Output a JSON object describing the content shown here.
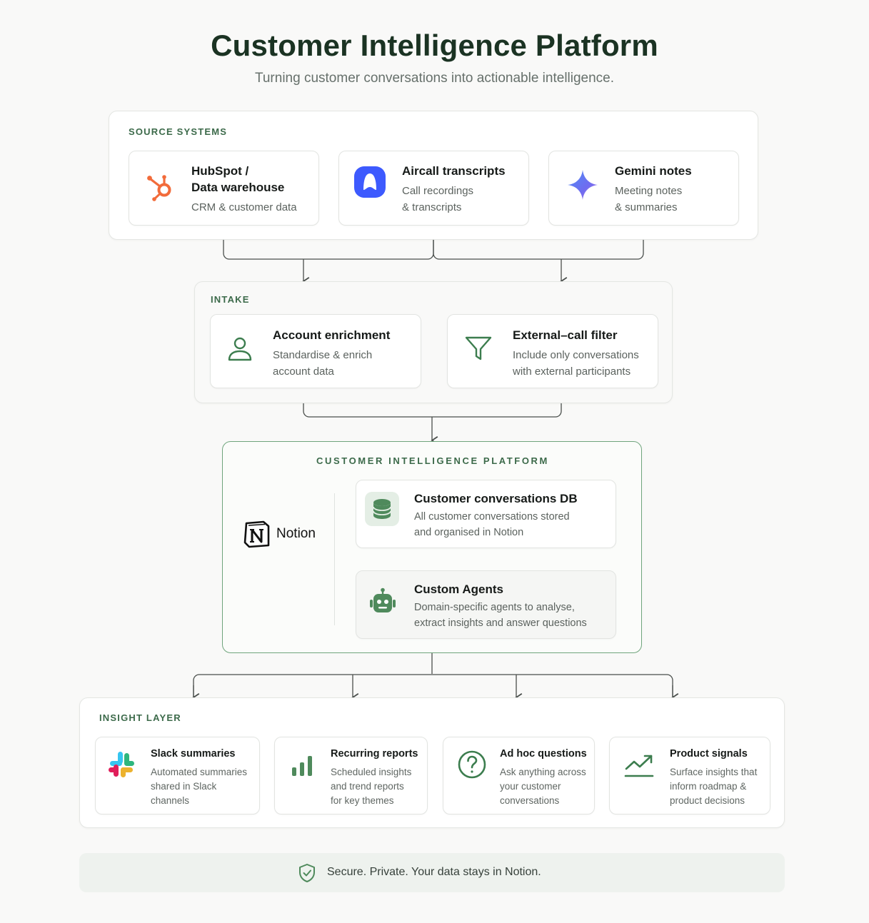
{
  "header": {
    "title": "Customer Intelligence Platform",
    "subtitle": "Turning customer conversations into actionable intelligence."
  },
  "sources": {
    "label": "SOURCE SYSTEMS",
    "cards": [
      {
        "title_line1": "HubSpot /",
        "title_line2": "Data warehouse",
        "desc_line1": "CRM & customer data",
        "icon": "hubspot-icon"
      },
      {
        "title_line1": "Aircall transcripts",
        "desc_line1": "Call recordings",
        "desc_line2": "& transcripts",
        "icon": "aircall-icon"
      },
      {
        "title_line1": "Gemini notes",
        "desc_line1": "Meeting notes",
        "desc_line2": "& summaries",
        "icon": "gemini-sparkle-icon"
      }
    ]
  },
  "intake": {
    "label": "INTAKE",
    "cards": [
      {
        "title": "Account enrichment",
        "desc_line1": "Standardise & enrich",
        "desc_line2": "account data",
        "icon": "user-icon"
      },
      {
        "title": "External–call filter",
        "desc_line1": "Include only conversations",
        "desc_line2": "with external participants",
        "icon": "filter-icon"
      }
    ]
  },
  "platform": {
    "label": "CUSTOMER INTELLIGENCE PLATFORM",
    "brand": "Notion",
    "cards": [
      {
        "title": "Customer conversations DB",
        "desc_line1": "All customer conversations stored",
        "desc_line2": "and organised in Notion",
        "icon": "database-icon"
      },
      {
        "title": "Custom Agents",
        "desc_line1": "Domain-specific agents to analyse,",
        "desc_line2": "extract insights and answer questions",
        "icon": "robot-icon"
      }
    ]
  },
  "insights": {
    "label": "INSIGHT LAYER",
    "cards": [
      {
        "title": "Slack summaries",
        "lines": [
          "Automated summaries",
          "shared in Slack",
          "channels"
        ],
        "icon": "slack-icon"
      },
      {
        "title": "Recurring reports",
        "lines": [
          "Scheduled insights",
          "and trend reports",
          "for key themes"
        ],
        "icon": "bar-chart-icon"
      },
      {
        "title": "Ad hoc questions",
        "lines": [
          "Ask anything across",
          "your customer",
          "conversations"
        ],
        "icon": "question-icon"
      },
      {
        "title": "Product signals",
        "lines": [
          "Surface insights that",
          "inform roadmap &",
          "product decisions"
        ],
        "icon": "trend-up-icon"
      }
    ]
  },
  "footer": {
    "text": "Secure. Private. Your data stays in Notion.",
    "icon": "shield-check-icon"
  },
  "colors": {
    "accent_green": "#3c6a4a",
    "hubspot": "#f26b3a",
    "aircall": "#3d5afe",
    "platform_border": "#6fa47c"
  }
}
